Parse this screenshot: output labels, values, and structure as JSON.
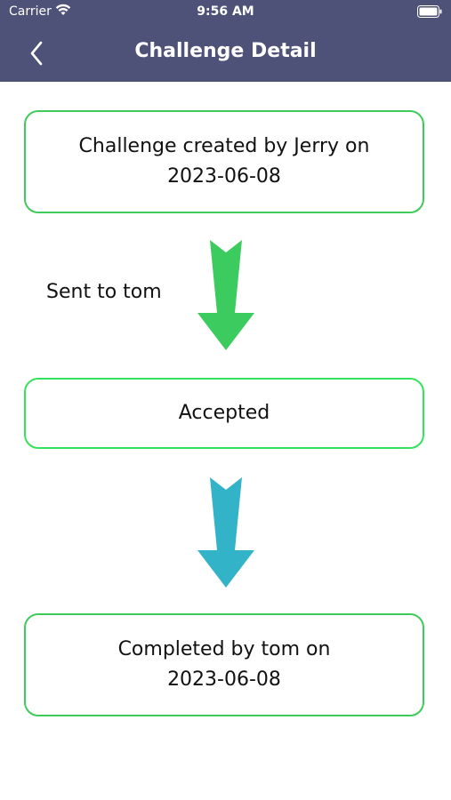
{
  "status_bar": {
    "carrier": "Carrier",
    "time": "9:56 AM"
  },
  "header": {
    "title": "Challenge Detail",
    "back_icon": "chevron-left-icon"
  },
  "steps": [
    {
      "line1": "Challenge created by Jerry on",
      "line2": "2023-06-08"
    },
    {
      "line1": "Accepted"
    },
    {
      "line1": "Completed by tom on",
      "line2": "2023-06-08"
    }
  ],
  "transition_label": "Sent to tom",
  "colors": {
    "header_bg": "#4e5278",
    "card_border": "#3fcb5a",
    "arrow_green": "#3ccb5f",
    "arrow_blue": "#33b3c8"
  }
}
